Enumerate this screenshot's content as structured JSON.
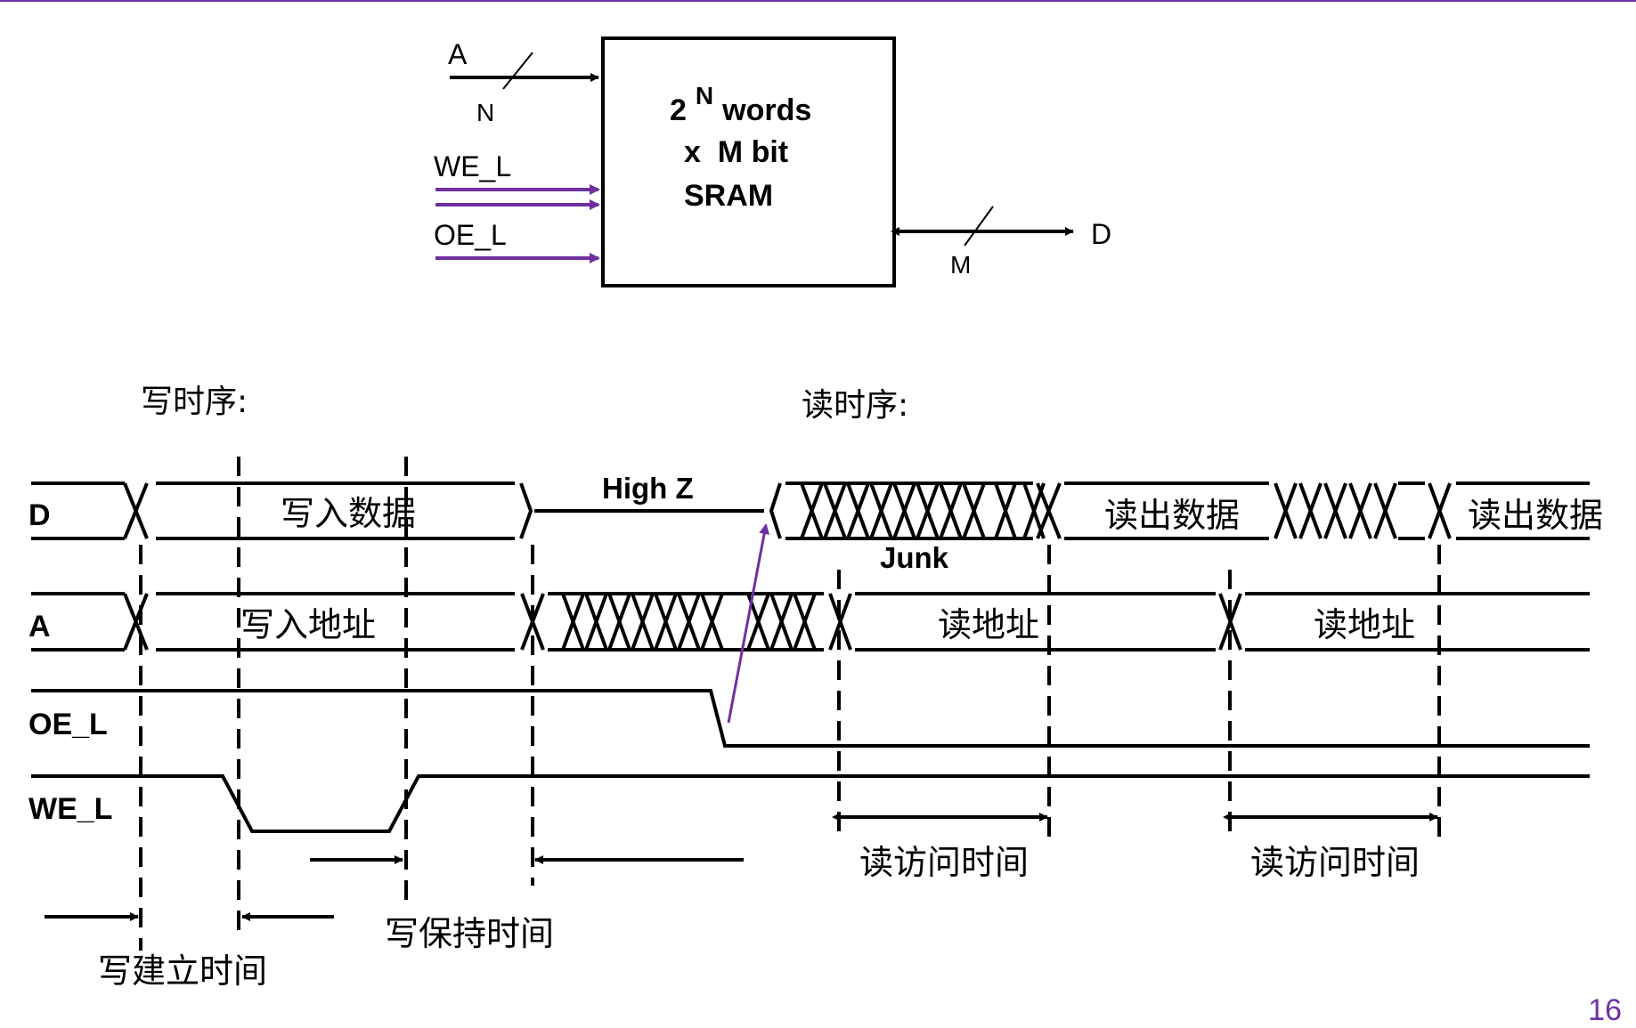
{
  "block": {
    "signal_a": "A",
    "bus_width_a": "N",
    "signal_we": "WE_L",
    "signal_oe": "OE_L",
    "signal_d": "D",
    "bus_width_d": "M",
    "box_line1_base": "2",
    "box_line1_sup": "N",
    "box_line1_rest": "words",
    "box_line2": "x  M bit",
    "box_line3": "SRAM"
  },
  "timing": {
    "write_title": "写时序:",
    "read_title": "读时序:",
    "rows": [
      "D",
      "A",
      "OE_L",
      "WE_L"
    ],
    "write_data": "写入数据",
    "write_addr": "写入地址",
    "high_z": "High Z",
    "junk": "Junk",
    "read_data_1": "读出数据",
    "read_data_2": "读出数据",
    "read_addr_1": "读地址",
    "read_addr_2": "读地址",
    "read_access_1": "读访问时间",
    "read_access_2": "读访问时间",
    "write_setup": "写建立时间",
    "write_hold": "写保持时间"
  },
  "colors": {
    "accent": "#7030a0",
    "line": "#000000"
  },
  "page_number": "16"
}
